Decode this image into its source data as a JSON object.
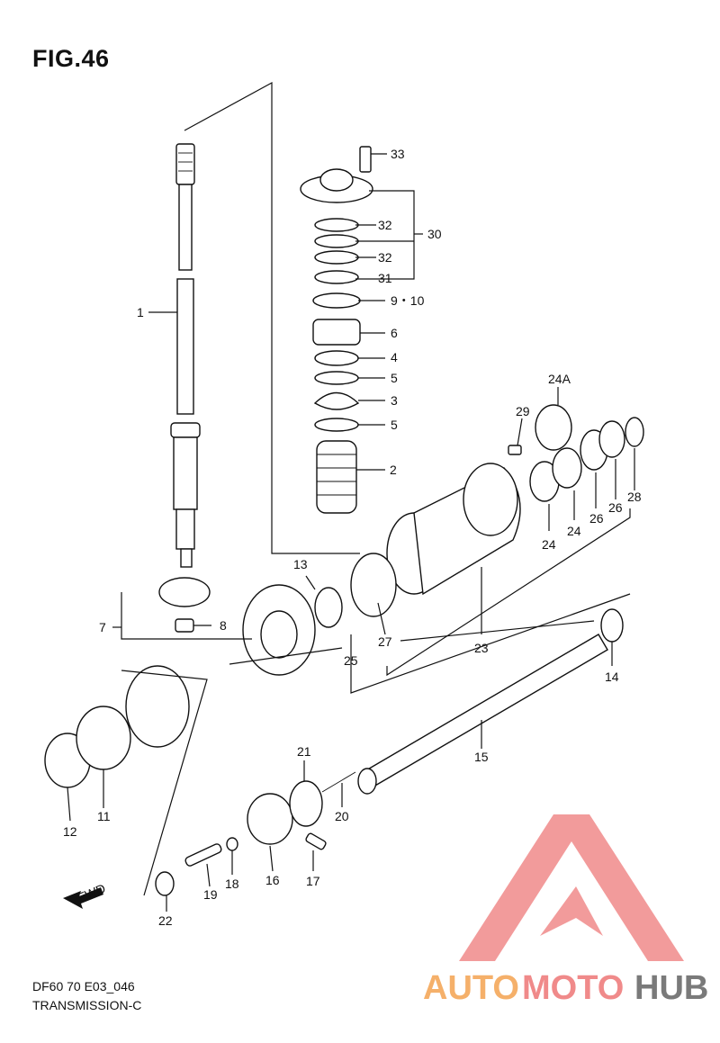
{
  "figure": {
    "title": "FIG.46"
  },
  "footer": {
    "code": "DF60 70 E03_046",
    "name": "TRANSMISSION-C"
  },
  "direction": {
    "label": "FWD"
  },
  "watermark": {
    "part1": "AUTO",
    "part2": "MOTO",
    "part3": "HUB",
    "color1": "#f5b06a",
    "color2": "#f08a8a",
    "color3": "#7a7a7a"
  },
  "parts": {
    "p1": "1",
    "p2": "2",
    "p3": "3",
    "p4": "4",
    "p5a": "5",
    "p5b": "5",
    "p6": "6",
    "p7": "7",
    "p8": "8",
    "p9_10": "9・10",
    "p11": "11",
    "p12": "12",
    "p13": "13",
    "p14": "14",
    "p15": "15",
    "p16": "16",
    "p17": "17",
    "p18": "18",
    "p19": "19",
    "p20": "20",
    "p21": "21",
    "p22": "22",
    "p23": "23",
    "p24a": "24",
    "p24b": "24",
    "p24A": "24A",
    "p25": "25",
    "p26a": "26",
    "p26b": "26",
    "p27": "27",
    "p28": "28",
    "p29": "29",
    "p30": "30",
    "p31": "31",
    "p32a": "32",
    "p32b": "32",
    "p33": "33"
  }
}
